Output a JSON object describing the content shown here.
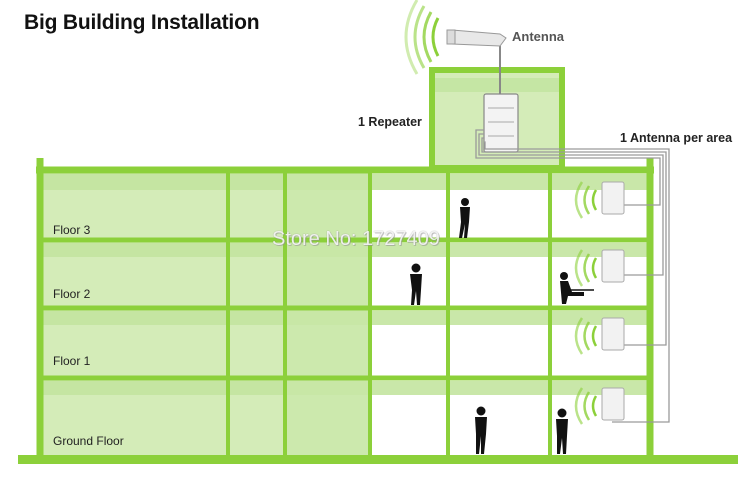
{
  "title": "Big Building Installation",
  "labels": {
    "antenna": "Antenna",
    "repeater": "1 Repeater",
    "antenna_per_area": "1 Antenna per area"
  },
  "floors": [
    {
      "label": "Floor 3"
    },
    {
      "label": "Floor 2"
    },
    {
      "label": "Floor 1"
    },
    {
      "label": "Ground Floor"
    }
  ],
  "watermark": "Store No: 1727409",
  "colors": {
    "structure": "#8cd03a",
    "zone_fill": "#d4ecb8",
    "zone_band": "#bfe29a",
    "cable": "#9a9a9a",
    "signal": "#8cd03a"
  },
  "icons": [
    "outdoor-antenna-icon",
    "repeater-icon",
    "indoor-antenna-icon",
    "person-icon",
    "signal-wave-icon"
  ]
}
